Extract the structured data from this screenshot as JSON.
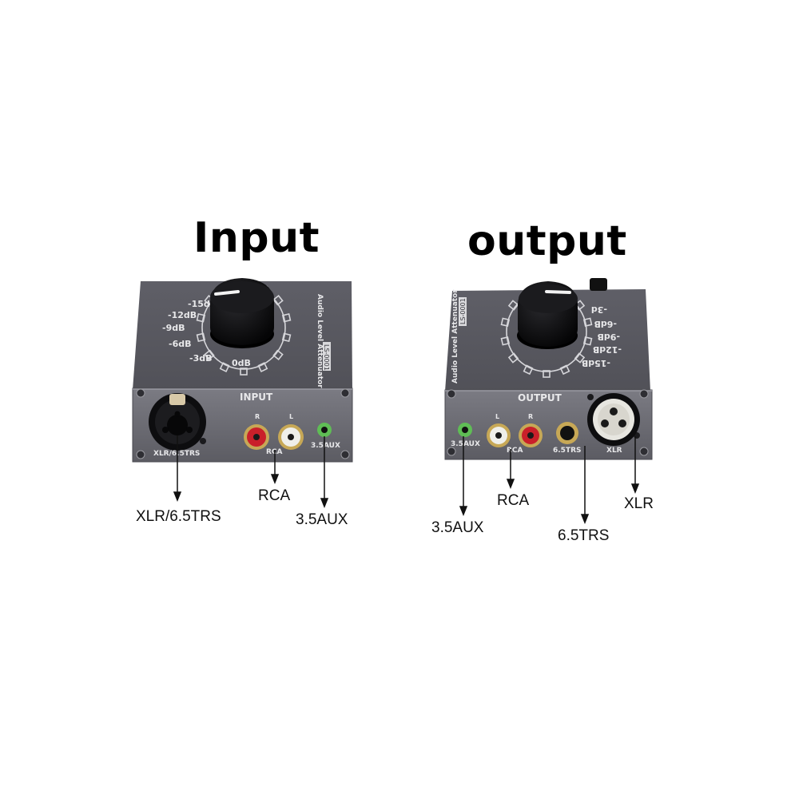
{
  "headings": {
    "input": "Input",
    "output": "output"
  },
  "input_device": {
    "panel_title": "INPUT",
    "side_label": "Audio Level Attenuator",
    "model": "LS-0001",
    "knob_scale": [
      "-15d",
      "-12dB",
      "-9dB",
      "-6dB",
      "-3dB",
      "0dB"
    ],
    "jacks": {
      "xlr_trs": "XLR/6.5TRS",
      "rca": "RCA",
      "rca_right": "R",
      "rca_left": "L",
      "aux": "3.5AUX"
    }
  },
  "output_device": {
    "panel_title": "OUTPUT",
    "side_label": "Audio Level Attenuator",
    "model": "LS-0001",
    "knob_scale": [
      "-3d",
      "-6dB",
      "-9dB",
      "-12dB",
      "-15dB"
    ],
    "jacks": {
      "aux": "3.5AUX",
      "rca": "RCA",
      "rca_left": "L",
      "rca_right": "R",
      "trs": "6.5TRS",
      "xlr": "XLR"
    }
  },
  "callouts": {
    "input": {
      "xlr_trs": "XLR/6.5TRS",
      "rca": "RCA",
      "aux": "3.5AUX"
    },
    "output": {
      "aux": "3.5AUX",
      "rca": "RCA",
      "trs": "6.5TRS",
      "xlr": "XLR"
    }
  },
  "colors": {
    "body": "#5b5b63",
    "front": "#6e6e76",
    "knob": "#0d0d0f",
    "rca_red": "#c9202a",
    "rca_white": "#efefea",
    "aux_green": "#5fbd55",
    "background": "#ffffff"
  }
}
